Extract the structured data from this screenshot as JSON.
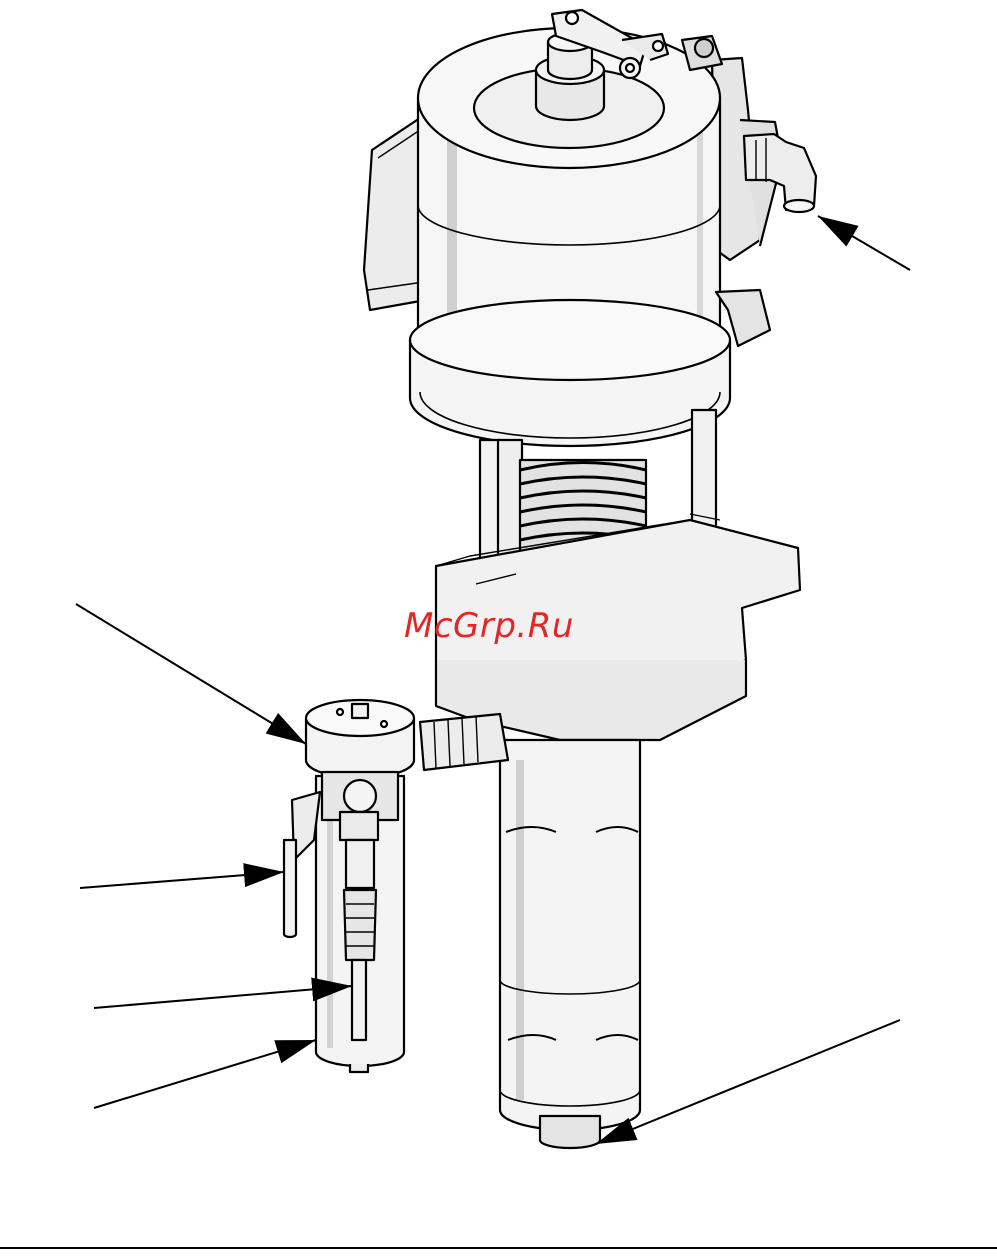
{
  "figure": {
    "watermark": "McGrp.Ru",
    "colors": {
      "line": "#000000",
      "body_fill": "#f3f3f3",
      "shade": "#d6d6d6",
      "dark_shade": "#9a9a9a",
      "watermark": "#e02828"
    },
    "callouts": [
      {
        "name": "callout-arrow-air-fitting",
        "target": "air-inlet-fitting"
      },
      {
        "name": "callout-arrow-filter-head",
        "target": "filter-head"
      },
      {
        "name": "callout-arrow-ball-valve-handle",
        "target": "ball-valve-handle"
      },
      {
        "name": "callout-arrow-drain-tube",
        "target": "drain-tube"
      },
      {
        "name": "callout-arrow-filter-bowl",
        "target": "filter-bowl"
      },
      {
        "name": "callout-arrow-intake-valve",
        "target": "intake-valve"
      }
    ]
  }
}
